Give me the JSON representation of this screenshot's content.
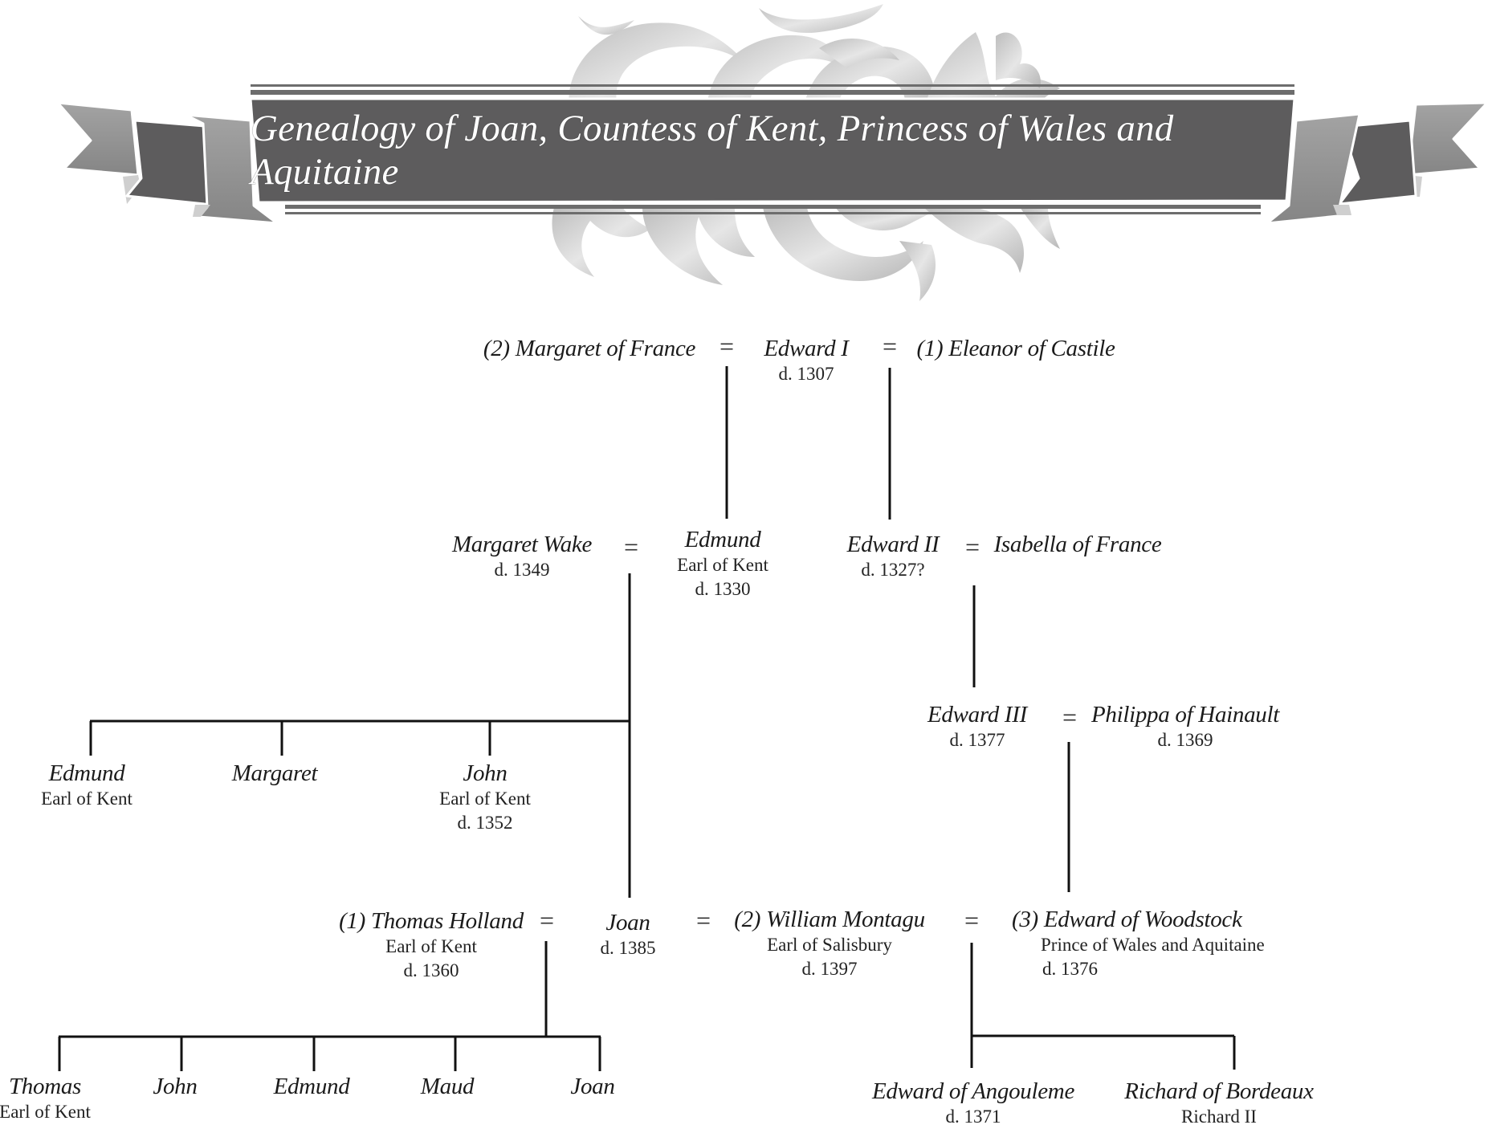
{
  "title": "Genealogy of Joan, Countess of Kent, Princess of Wales and Aquitaine",
  "colors": {
    "banner_dark": "#5d5c5d",
    "banner_light": "#9a9a9a",
    "ornament": "#c9c9c9",
    "line": "#111111",
    "text": "#1b1b1b"
  },
  "marriage_symbol": "=",
  "people": {
    "margaret_of_france": {
      "name": "(2) Margaret of France"
    },
    "edward_i": {
      "name": "Edward I",
      "death": "d. 1307"
    },
    "eleanor_of_castile": {
      "name": "(1) Eleanor of Castile"
    },
    "margaret_wake": {
      "name": "Margaret Wake",
      "death": "d. 1349"
    },
    "edmund_earl": {
      "name": "Edmund",
      "title": "Earl of Kent",
      "death": "d. 1330"
    },
    "edward_ii": {
      "name": "Edward II",
      "death": "d. 1327?"
    },
    "isabella_of_france": {
      "name": "Isabella of France"
    },
    "edward_iii": {
      "name": "Edward III",
      "death": "d. 1377"
    },
    "philippa_of_hainault": {
      "name": "Philippa of Hainault",
      "death": "d. 1369"
    },
    "edmund_child": {
      "name": "Edmund",
      "title": "Earl of Kent"
    },
    "margaret_child": {
      "name": "Margaret"
    },
    "john_child": {
      "name": "John",
      "title": "Earl of Kent",
      "death": "d. 1352"
    },
    "thomas_holland": {
      "name": "(1) Thomas Holland",
      "title": "Earl of Kent",
      "death": "d. 1360"
    },
    "joan": {
      "name": "Joan",
      "death": "d. 1385"
    },
    "william_montagu": {
      "name": "(2) William Montagu",
      "title": "Earl of Salisbury",
      "death": "d. 1397"
    },
    "edward_of_woodstock": {
      "name": "(3) Edward of Woodstock",
      "title": "Prince of Wales and Aquitaine",
      "death": "d. 1376"
    },
    "holland_children": [
      {
        "name": "Thomas",
        "title": "Earl of Kent"
      },
      {
        "name": "John"
      },
      {
        "name": "Edmund"
      },
      {
        "name": "Maud"
      },
      {
        "name": "Joan"
      }
    ],
    "edward_of_angouleme": {
      "name": "Edward of Angouleme",
      "death": "d. 1371"
    },
    "richard_of_bordeaux": {
      "name": "Richard of Bordeaux",
      "title": "Richard II"
    }
  }
}
